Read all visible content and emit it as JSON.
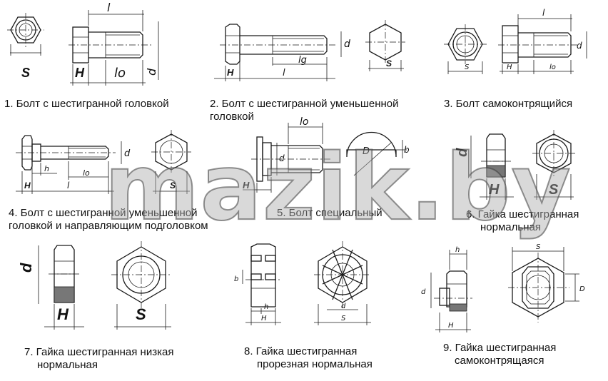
{
  "watermark": "mazik.by",
  "captions": [
    {
      "id": "c1",
      "lines": [
        "1. Болт с шестигранной головкой"
      ]
    },
    {
      "id": "c2",
      "lines": [
        "2. Болт с шестигранной уменьшенной",
        "головкой"
      ]
    },
    {
      "id": "c3",
      "lines": [
        "3. Болт самоконтрящийся"
      ]
    },
    {
      "id": "c4",
      "lines": [
        "4. Болт с шестигранной уменьшенной",
        "головкой и направляющим подголовком"
      ]
    },
    {
      "id": "c5",
      "lines": [
        "5. Болт специальный"
      ]
    },
    {
      "id": "c6",
      "lines": [
        "6. Гайка шестигранная",
        "нормальная"
      ]
    },
    {
      "id": "c7",
      "lines": [
        "7. Гайка шестигранная низкая",
        "нормальная"
      ]
    },
    {
      "id": "c8",
      "lines": [
        "8. Гайка шестигранная",
        "прорезная нормальная"
      ]
    },
    {
      "id": "c9",
      "lines": [
        "9. Гайка шестигранная",
        "самоконтрящаяся"
      ]
    }
  ],
  "labels": {
    "f1": {
      "l": "l",
      "s": "S",
      "h": "H",
      "lo": "lo",
      "d": "d"
    },
    "f2": {
      "d": "d",
      "h": "H",
      "lg": "lg",
      "l": "l",
      "s": "S"
    },
    "f3": {
      "l": "l",
      "d": "d",
      "s": "S",
      "h": "H",
      "lo": "lo"
    },
    "f4": {
      "d": "d",
      "h": "h",
      "lo": "lo",
      "H": "H",
      "l": "l",
      "s": "S"
    },
    "f5": {
      "lo": "lo",
      "d": "d",
      "H": "H",
      "D": "D",
      "b": "b"
    },
    "f6": {
      "d": "d",
      "h": "H",
      "s": "S"
    },
    "f7": {
      "d": "d",
      "h": "H",
      "s": "S"
    },
    "f8": {
      "b": "b",
      "h": "h",
      "H": "H",
      "d": "d",
      "s": "S"
    },
    "f9": {
      "h": "h",
      "d": "d",
      "H": "H",
      "s": "S",
      "D": "D"
    }
  }
}
